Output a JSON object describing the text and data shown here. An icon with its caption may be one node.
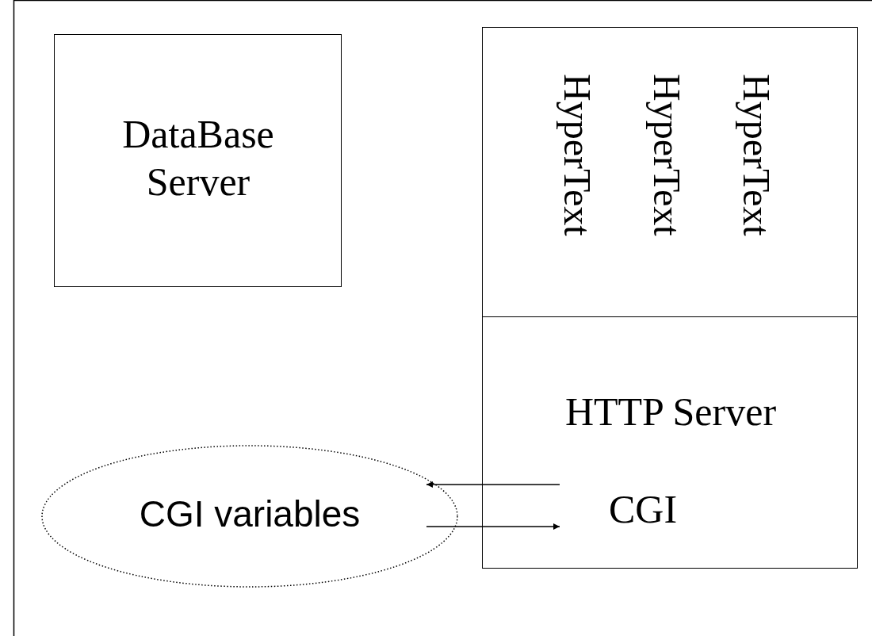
{
  "diagram": {
    "nodes": [
      {
        "text": [
          "DataBase Server"
        ]
      },
      {
        "text": [
          "HyperText",
          "HyperText",
          "HyperText"
        ]
      },
      {
        "text": [
          "HTTP Server"
        ]
      },
      {
        "text": [
          "CGI"
        ],
        "in": 2
      },
      {
        "text": [
          "CGI variables"
        ]
      }
    ],
    "edges": [
      {
        "from": 3,
        "to": 4,
        "arrow": "to"
      },
      {
        "from": 4,
        "to": 3,
        "arrow": "to"
      }
    ]
  }
}
